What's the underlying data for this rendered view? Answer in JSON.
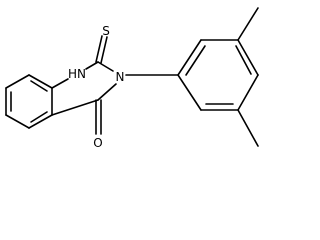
{
  "structure": {
    "atom_labels": {
      "nh": "NH",
      "h_on_nh": "H",
      "n_on_nh": "N",
      "thione_s": "S",
      "ring_n": "N",
      "carbonyl_o": "O"
    }
  },
  "colors": {
    "bond": "#000000",
    "label": "#000000",
    "background": "#ffffff"
  }
}
